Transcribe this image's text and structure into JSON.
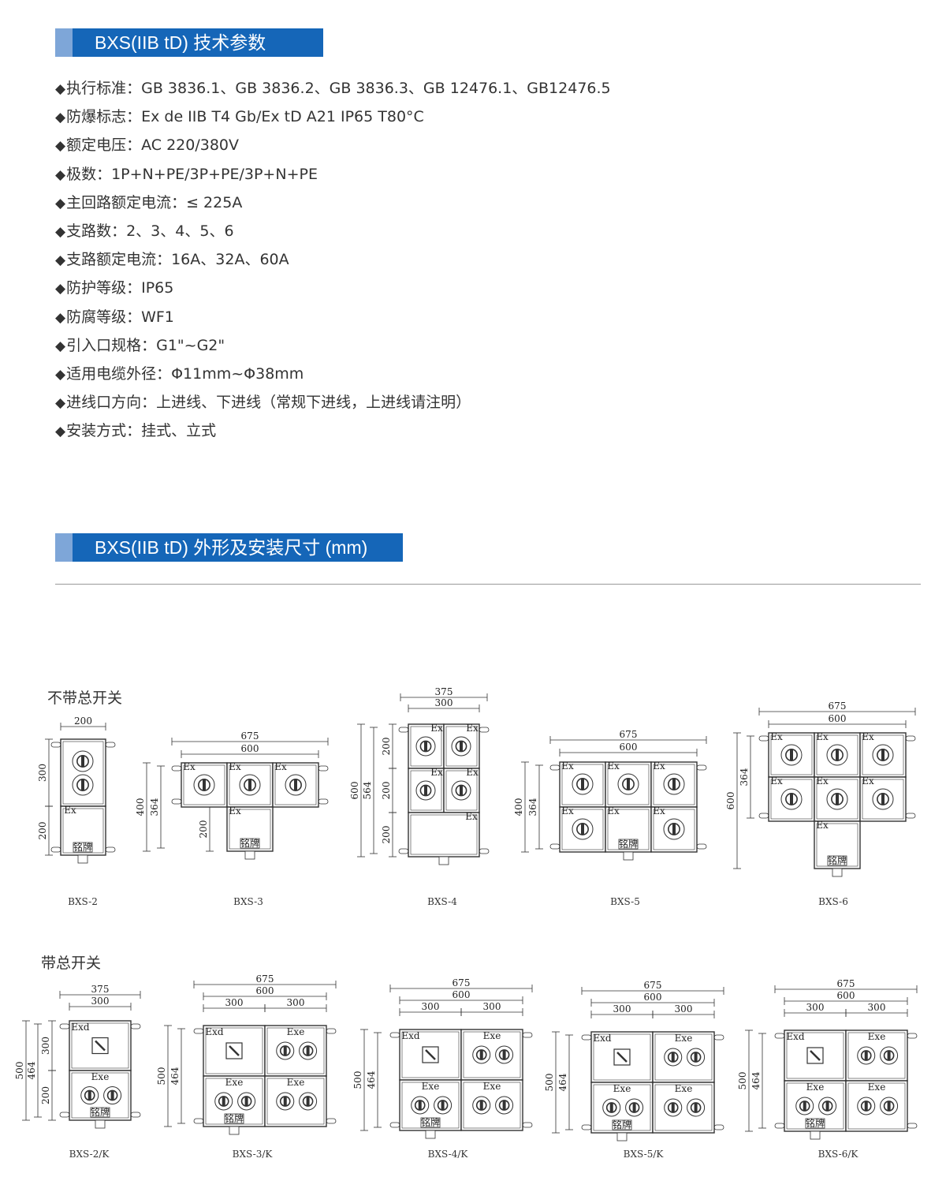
{
  "section1": {
    "title": "BXS(IIB tD) 技术参数"
  },
  "specs": [
    {
      "label": "执行标准：",
      "value": "GB 3836.1、GB 3836.2、GB 3836.3、GB 12476.1、GB12476.5"
    },
    {
      "label": "防爆标志：",
      "value": "Ex de IIB T4 Gb/Ex tD A21 IP65 T80°C"
    },
    {
      "label": "额定电压：",
      "value": "AC 220/380V"
    },
    {
      "label": "极数：",
      "value": "1P+N+PE/3P+PE/3P+N+PE"
    },
    {
      "label": "主回路额定电流：",
      "value": "≤ 225A"
    },
    {
      "label": "支路数：",
      "value": "2、3、4、5、6"
    },
    {
      "label": "支路额定电流：",
      "value": "16A、32A、60A"
    },
    {
      "label": "防护等级：",
      "value": "IP65"
    },
    {
      "label": "防腐等级：",
      "value": "WF1"
    },
    {
      "label": "引入口规格：",
      "value": "G1\"~G2\""
    },
    {
      "label": "适用电缆外径：",
      "value": "Φ11mm~Φ38mm"
    },
    {
      "label": "进线口方向：",
      "value": "上进线、下进线（常规下进线，上进线请注明）"
    },
    {
      "label": "安装方式：",
      "value": "挂式、立式"
    }
  ],
  "bullet_symbol": "◆",
  "section2": {
    "title": "BXS(IIB tD) 外形及安装尺寸 (mm)"
  },
  "row1": {
    "label": "不带总开关",
    "models": [
      {
        "name": "BXS-2",
        "top_dims": [
          "200"
        ],
        "side_dims": [
          "300",
          "200"
        ]
      },
      {
        "name": "BXS-3",
        "top_dims": [
          "675",
          "600"
        ],
        "side_dims": [
          "400",
          "364",
          "200"
        ]
      },
      {
        "name": "BXS-4",
        "top_dims": [
          "375",
          "300"
        ],
        "side_dims": [
          "600",
          "564",
          "200",
          "200",
          "200"
        ]
      },
      {
        "name": "BXS-5",
        "top_dims": [
          "675",
          "600"
        ],
        "side_dims": [
          "400",
          "364"
        ]
      },
      {
        "name": "BXS-6",
        "top_dims": [
          "675",
          "600"
        ],
        "side_dims": [
          "600",
          "364"
        ]
      }
    ]
  },
  "row2": {
    "label": "带总开关",
    "models": [
      {
        "name": "BXS-2/K",
        "top_dims": [
          "375",
          "300"
        ],
        "side_dims": [
          "500",
          "464",
          "300",
          "200"
        ]
      },
      {
        "name": "BXS-3/K",
        "top_dims": [
          "675",
          "600",
          "300",
          "300"
        ],
        "side_dims": [
          "500",
          "464"
        ]
      },
      {
        "name": "BXS-4/K",
        "top_dims": [
          "675",
          "600",
          "300",
          "300"
        ],
        "side_dims": [
          "500",
          "464"
        ]
      },
      {
        "name": "BXS-5/K",
        "top_dims": [
          "675",
          "600",
          "300",
          "300"
        ],
        "side_dims": [
          "500",
          "464"
        ]
      },
      {
        "name": "BXS-6/K",
        "top_dims": [
          "675",
          "600",
          "300",
          "300"
        ],
        "side_dims": [
          "500",
          "464"
        ]
      }
    ]
  },
  "nameplate_text": "铭牌",
  "marking_ex": "Ex",
  "marking_exd": "Exd",
  "marking_exe": "Exe",
  "colors": {
    "header_bar": "#1566b8",
    "header_accent": "#7ea6d8",
    "line": "#333333"
  }
}
